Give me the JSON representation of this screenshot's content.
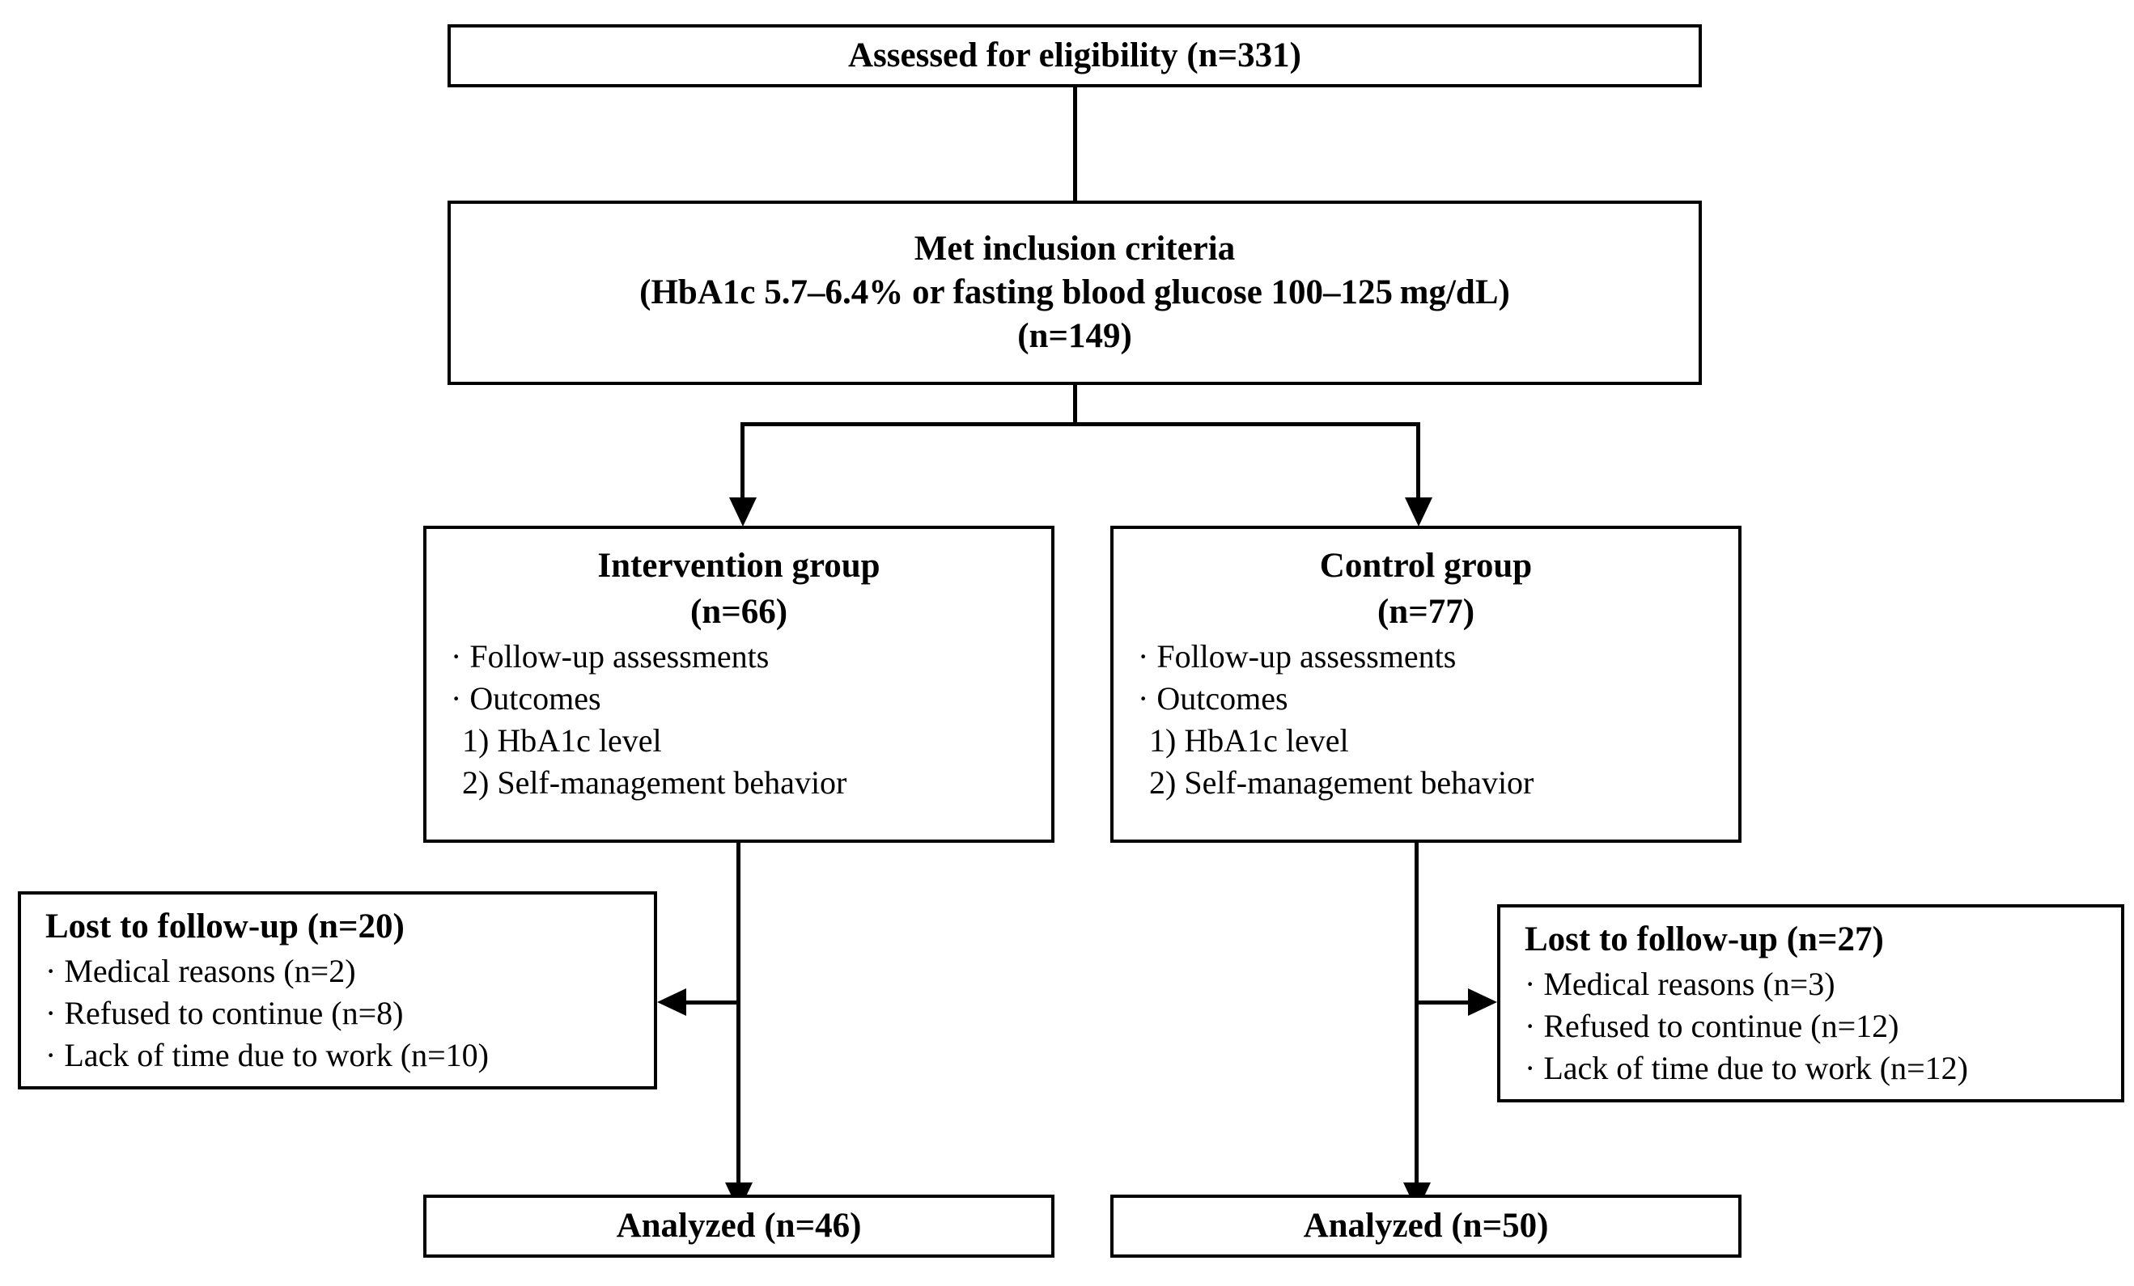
{
  "diagram": {
    "type": "consort-flow-diagram",
    "title": "CONSORT participant flow diagram",
    "line_color": "#000000",
    "background_color": "#ffffff"
  },
  "nodes": {
    "assessed": {
      "label": "Assessed for eligibility (n=331)",
      "n": 331
    },
    "inclusion": {
      "line1": "Met inclusion criteria",
      "line2": "(HbA1c 5.7–6.4% or fasting blood glucose 100–125 mg/dL)",
      "line3": "(n=149)",
      "n": 149
    },
    "intervention": {
      "title": "Intervention group",
      "count": "(n=66)",
      "n": 66,
      "items": [
        "· Follow-up assessments",
        "· Outcomes",
        "1) HbA1c level",
        "2) Self-management behavior"
      ]
    },
    "control": {
      "title": "Control group",
      "count": "(n=77)",
      "n": 77,
      "items": [
        "· Follow-up assessments",
        "· Outcomes",
        "1) HbA1c level",
        "2) Self-management behavior"
      ]
    },
    "lost_left": {
      "title": "Lost to follow-up (n=20)",
      "n": 20,
      "items": [
        "· Medical reasons (n=2)",
        "· Refused to continue (n=8)",
        "· Lack of time due to work (n=10)"
      ]
    },
    "lost_right": {
      "title": "Lost to follow-up (n=27)",
      "n": 27,
      "items": [
        "· Medical reasons (n=3)",
        "· Refused to continue (n=12)",
        "· Lack of time due to work (n=12)"
      ]
    },
    "analyzed_left": {
      "label": "Analyzed (n=46)",
      "n": 46
    },
    "analyzed_right": {
      "label": "Analyzed (n=50)",
      "n": 50
    }
  }
}
